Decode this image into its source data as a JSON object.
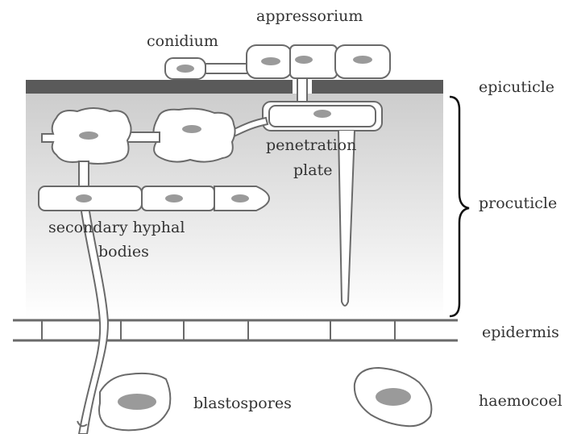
{
  "colors": {
    "background": "#ffffff",
    "epicuticle": "#5a5a5a",
    "procuticle_top": "#cdcdcd",
    "procuticle_bottom": "#ffffff",
    "cell_fill": "#ffffff",
    "cell_stroke": "#6a6a6a",
    "nucleus": "#9a9a9a",
    "epidermis_line": "#6a6a6a",
    "text": "#333333"
  },
  "labels": {
    "appressorium": "appressorium",
    "conidium": "conidium",
    "penetration_plate_line1": "penetration",
    "penetration_plate_line2": "plate",
    "secondary_hyphal_line1": "secondary hyphal",
    "secondary_hyphal_line2": "bodies",
    "blastospores": "blastospores",
    "epicuticle": "epicuticle",
    "procuticle": "procuticle",
    "epidermis": "epidermis",
    "haemocoel": "haemocoel"
  }
}
